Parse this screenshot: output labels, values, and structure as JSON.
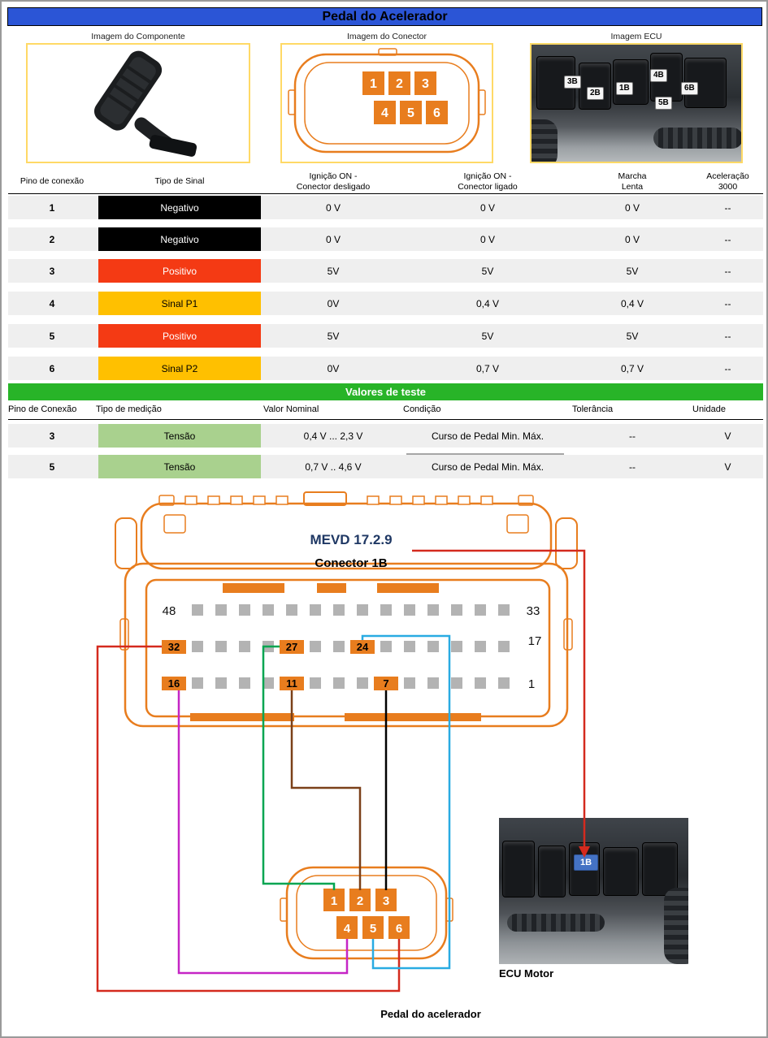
{
  "page": {
    "title": "Pedal do Acelerador",
    "title_bg": "#2B55D6"
  },
  "images": {
    "component": {
      "label": "Imagem do Componente"
    },
    "connector": {
      "label": "Imagem do Conector",
      "pins": [
        "1",
        "2",
        "3",
        "4",
        "5",
        "6"
      ]
    },
    "ecu": {
      "label": "Imagem ECU",
      "tags": [
        "3B",
        "2B",
        "1B",
        "4B",
        "5B",
        "6B"
      ]
    }
  },
  "signal_table": {
    "headers": [
      "Pino de conexão",
      "Tipo de Sinal",
      "Ignição ON -\nConector desligado",
      "Ignição ON -\nConector ligado",
      "Marcha\nLenta",
      "Aceleração\n3000"
    ],
    "rows": [
      {
        "pin": "1",
        "signal": "Negativo",
        "bg": "#000000",
        "fg": "#FFFFFF",
        "ign_off": "0 V",
        "ign_on": "0 V",
        "idle": "0 V",
        "accel": "--"
      },
      {
        "pin": "2",
        "signal": "Negativo",
        "bg": "#000000",
        "fg": "#FFFFFF",
        "ign_off": "0 V",
        "ign_on": "0 V",
        "idle": "0 V",
        "accel": "--"
      },
      {
        "pin": "3",
        "signal": "Positivo",
        "bg": "#F43A14",
        "fg": "#FFFFFF",
        "ign_off": "5V",
        "ign_on": "5V",
        "idle": "5V",
        "accel": "--"
      },
      {
        "pin": "4",
        "signal": "Sinal P1",
        "bg": "#FFC000",
        "fg": "#000000",
        "ign_off": "0V",
        "ign_on": "0,4 V",
        "idle": "0,4 V",
        "accel": "--"
      },
      {
        "pin": "5",
        "signal": "Positivo",
        "bg": "#F43A14",
        "fg": "#FFFFFF",
        "ign_off": "5V",
        "ign_on": "5V",
        "idle": "5V",
        "accel": "--"
      },
      {
        "pin": "6",
        "signal": "Sinal P2",
        "bg": "#FFC000",
        "fg": "#000000",
        "ign_off": "0V",
        "ign_on": "0,7 V",
        "idle": "0,7 V",
        "accel": "--"
      }
    ]
  },
  "test_table": {
    "title": "Valores de teste",
    "title_bg": "#28B428",
    "headers": [
      "Pino de Conexão",
      "Tipo de medição",
      "Valor Nominal",
      "Condição",
      "Tolerância",
      "Unidade"
    ],
    "rows": [
      {
        "pin": "3",
        "type": "Tensão",
        "type_bg": "#A9D18E",
        "nominal": "0,4 V ... 2,3 V",
        "condition": "Curso de Pedal Min. Máx.",
        "tolerance": "--",
        "unit": "V"
      },
      {
        "pin": "5",
        "type": "Tensão",
        "type_bg": "#A9D18E",
        "nominal": "0,7 V .. 4,6 V",
        "condition": "Curso de Pedal Min. Máx.",
        "tolerance": "--",
        "unit": "V"
      }
    ]
  },
  "diagram": {
    "ecu_model": "MEVD 17.2.9",
    "connector_name": "Conector 1B",
    "corner_labels": {
      "top_left": "48",
      "top_right": "33",
      "mid_right": "17",
      "bottom_right": "1"
    },
    "highlighted_pins": [
      "32",
      "27",
      "24",
      "16",
      "11",
      "7"
    ],
    "pedal_pins": [
      "1",
      "2",
      "3",
      "4",
      "5",
      "6"
    ],
    "pedal_label": "Pedal do acelerador",
    "ecu_photo": {
      "tag": "1B",
      "tag_bg": "#4472C4",
      "label": "ECU Motor"
    },
    "wires": [
      {
        "name": "wire-pin32-to-pedal6",
        "color": "#D42A1E"
      },
      {
        "name": "wire-pin27-to-pedal1",
        "color": "#00A551"
      },
      {
        "name": "wire-pin24-to-pedal5",
        "color": "#29ABE2"
      },
      {
        "name": "wire-pin16-to-pedal4",
        "color": "#C525C5"
      },
      {
        "name": "wire-pin11-to-pedal2",
        "color": "#7B4019"
      },
      {
        "name": "wire-pin7-to-pedal3",
        "color": "#000000"
      },
      {
        "name": "arrow-to-ecu-1b",
        "color": "#D42A1E"
      }
    ],
    "colors": {
      "connector_orange": "#E87D1E",
      "pin_gray": "#B3B3B3",
      "model_text": "#1F3864"
    }
  }
}
